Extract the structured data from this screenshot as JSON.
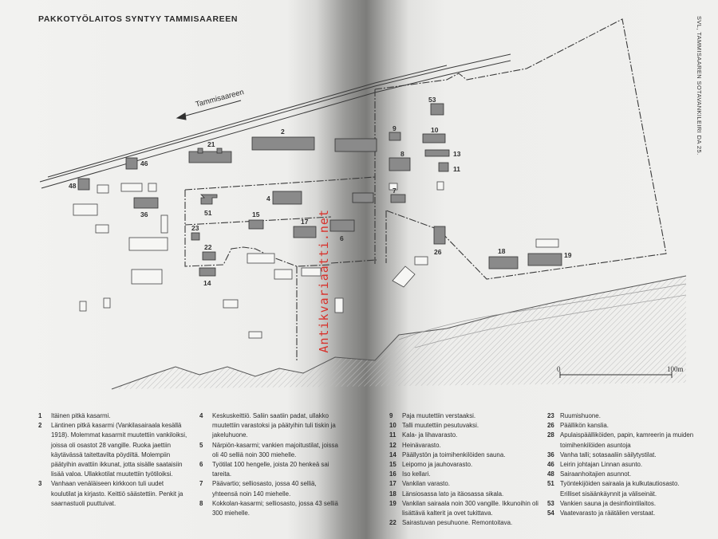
{
  "title": "PAKKOTYÖLAITOS SYNTYY TAMMISAAREEN",
  "side_caption": "SVL, TAMMISAAREN SOTAVANKILEIRI DA 25.",
  "watermark": "Antikvariaatti.net",
  "map": {
    "road_label": "Tammisaareen",
    "scale_start": "0",
    "scale_end": "100m",
    "labels": {
      "n2": "2",
      "n4": "4",
      "n6": "6",
      "n7": "7",
      "n8": "8",
      "n9": "9",
      "n10": "10",
      "n11": "11",
      "n13": "13",
      "n14": "14",
      "n15": "15",
      "n17": "17",
      "n18": "18",
      "n19": "19",
      "n21": "21",
      "n22": "22",
      "n23": "23",
      "n26": "26",
      "n36": "36",
      "n46": "46",
      "n48": "48",
      "n51": "51",
      "n53": "53"
    }
  },
  "legend": {
    "col1": [
      {
        "num": "1",
        "text": "Itäinen pitkä kasarmi."
      },
      {
        "num": "2",
        "text": "Läntinen pitkä kasarmi (Vankilasairaala kesällä 1918). Molemmat kasarmit muutettiin vankiloiksi, joissa oli osastot 28 vangille. Ruoka jaettiin käytävässä taitettavilta pöydiltä. Molempiin päätyihin avattiin ikkunat, jotta sisälle saataisiin lisää valoa. Ullakkotilat muutettiin työtiloiksi."
      },
      {
        "num": "3",
        "text": "Vanhaan venäläiseen kirkkoon tuli uudet koulutilat ja kirjasto. Keittiö säästettiin. Penkit ja saarnastuoli puuttuivat."
      }
    ],
    "col2": [
      {
        "num": "4",
        "text": "Keskuskeittiö. Saliin saatiin padat, ullakko muutettiin varastoksi ja päätyihin tuli tiskin ja jakeluhuone."
      },
      {
        "num": "5",
        "text": "Närpiön-kasarmi; vankien majoitustilat, joissa oli 40 selliä noin 300 miehelle."
      },
      {
        "num": "6",
        "text": "Työtilat 100 hengelle, joista 20 henkeä sai tareita."
      },
      {
        "num": "7",
        "text": "Päävartio; selliosasto, jossa 40 selliä, yhteensä noin 140 miehelle."
      },
      {
        "num": "8",
        "text": "Kokkolan-kasarmi; selliosasto, jossa 43 selliä 300 miehelle."
      }
    ],
    "col3": [
      {
        "num": "9",
        "text": "Paja muutettiin verstaaksi."
      },
      {
        "num": "10",
        "text": "Talli muutettiin pesutuvaksi."
      },
      {
        "num": "11",
        "text": "Kala- ja lihavarasto."
      },
      {
        "num": "12",
        "text": "Heinävarasto."
      },
      {
        "num": "14",
        "text": "Päällystön ja toimihenkilöiden sauna."
      },
      {
        "num": "15",
        "text": "Leipomo ja jauhovarasto."
      },
      {
        "num": "16",
        "text": "Iso kellari."
      },
      {
        "num": "17",
        "text": "Vankilan varasto."
      },
      {
        "num": "18",
        "text": "Länsiosassa lato ja itäosassa sikala."
      },
      {
        "num": "19",
        "text": "Vankilan sairaala noin 300 vangille. Ikkunoihin oli lisättävä kalterit ja ovet tukittava."
      },
      {
        "num": "22",
        "text": "Sairastuvan pesuhuone. Remontoitava."
      }
    ],
    "col4": [
      {
        "num": "23",
        "text": "Ruumishuone."
      },
      {
        "num": "26",
        "text": "Päällikön kanslia."
      },
      {
        "num": "28",
        "text": "Apulaispäälliköiden, papin, kamreerin ja muiden toimihenkilöiden asuntoja"
      },
      {
        "num": "36",
        "text": "Vanha talli; sotasaaliin säilytystilat."
      },
      {
        "num": "46",
        "text": "Leirin johtajan Linnan asunto."
      },
      {
        "num": "48",
        "text": "Sairaanhoitajien asunnot."
      },
      {
        "num": "51",
        "text": "Työntekijöiden sairaala ja kulkutautiosasto. Erilliset sisäänkäynnit ja väliseinät."
      },
      {
        "num": "53",
        "text": "Vankien sauna ja desinfiointilaitos."
      },
      {
        "num": "54",
        "text": "Vaatevarasto ja räätälien verstaat."
      }
    ]
  }
}
